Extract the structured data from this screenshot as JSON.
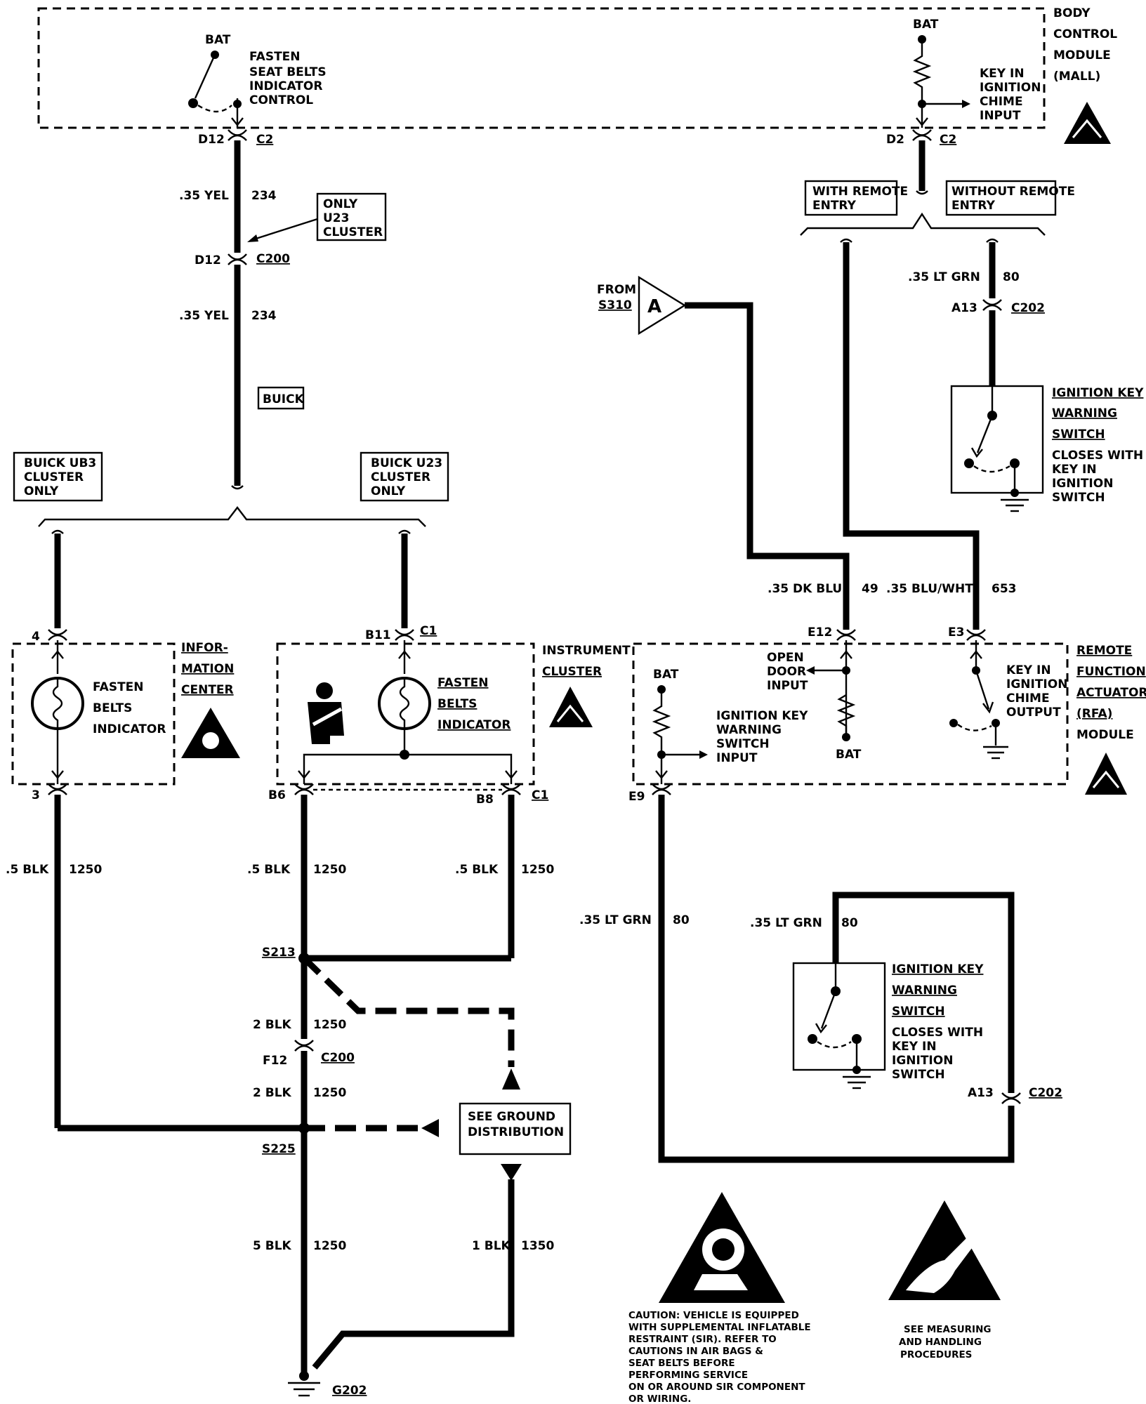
{
  "modules": {
    "bcm": [
      "BODY",
      "CONTROL",
      "MODULE",
      "(MALL)"
    ],
    "info_center": [
      "INFOR-",
      "MATION",
      "CENTER"
    ],
    "instrument_cluster": [
      "INSTRUMENT",
      "CLUSTER"
    ],
    "rfa": [
      "REMOTE",
      "FUNCTION",
      "ACTUATOR",
      "(RFA)",
      "MODULE"
    ]
  },
  "bcm_internal": {
    "bat_left": "BAT",
    "fasten_control": [
      "FASTEN",
      "SEAT BELTS",
      "INDICATOR",
      "CONTROL"
    ],
    "bat_right": "BAT",
    "key_chime": [
      "KEY IN",
      "IGNITION",
      "CHIME",
      "INPUT"
    ]
  },
  "pins": {
    "d12_bcm": "D12",
    "c2_left": "C2",
    "d2": "D2",
    "c2_right": "C2",
    "d12_c200": "D12",
    "c200_top": "C200",
    "a13_top": "A13",
    "c202_top": "C202",
    "pin4": "4",
    "pin3": "3",
    "b11": "B11",
    "c1_top": "C1",
    "b6": "B6",
    "b8": "B8",
    "c1_bottom": "C1",
    "e12": "E12",
    "e3": "E3",
    "e9": "E9",
    "f12": "F12",
    "c200_bottom": "C200",
    "a13_bottom": "A13",
    "c202_bottom": "C202"
  },
  "wires": {
    "yel_1": ".35 YEL",
    "yel_1_num": "234",
    "yel_2": ".35 YEL",
    "yel_2_num": "234",
    "ltgrn_top": ".35 LT GRN",
    "ltgrn_top_num": "80",
    "dkblu": ".35 DK BLU",
    "dkblu_num": "49",
    "bluwht": ".35 BLU/WHT",
    "bluwht_num": "653",
    "blk_left": ".5 BLK",
    "blk_left_num": "1250",
    "blk_mid": ".5 BLK",
    "blk_mid_num": "1250",
    "blk_right": ".5 BLK",
    "blk_right_num": "1250",
    "ltgrn_e9": ".35 LT GRN",
    "ltgrn_e9_num": "80",
    "ltgrn_sw": ".35 LT GRN",
    "ltgrn_sw_num": "80",
    "blk2_a": "2 BLK",
    "blk2_a_num": "1250",
    "blk2_b": "2 BLK",
    "blk2_b_num": "1250",
    "blk5": "5 BLK",
    "blk5_num": "1250",
    "blk1": "1 BLK",
    "blk1_num": "1350"
  },
  "callouts": {
    "only_u23": [
      "ONLY",
      "U23",
      "CLUSTER"
    ],
    "buick": "BUICK",
    "buick_ub3": [
      "BUICK UB3",
      "CLUSTER",
      "ONLY"
    ],
    "buick_u23": [
      "BUICK U23",
      "CLUSTER",
      "ONLY"
    ],
    "with_remote": [
      "WITH REMOTE",
      "ENTRY"
    ],
    "without_remote": [
      "WITHOUT REMOTE",
      "ENTRY"
    ],
    "see_ground": [
      "SEE GROUND",
      "DISTRIBUTION"
    ]
  },
  "components": {
    "fasten_info": [
      "FASTEN",
      "BELTS",
      "INDICATOR"
    ],
    "fasten_cluster": [
      "FASTEN",
      "BELTS",
      "INDICATOR"
    ],
    "ign_switch_top": [
      "IGNITION KEY",
      "WARNING",
      "SWITCH",
      "CLOSES WITH",
      "KEY IN",
      "IGNITION",
      "SWITCH"
    ],
    "ign_switch_bottom": [
      "IGNITION KEY",
      "WARNING",
      "SWITCH",
      "CLOSES WITH",
      "KEY IN",
      "IGNITION",
      "SWITCH"
    ]
  },
  "rfa_internal": {
    "bat_left": "BAT",
    "ign_input": [
      "IGNITION KEY",
      "WARNING",
      "SWITCH",
      "INPUT"
    ],
    "open_door": [
      "OPEN",
      "DOOR",
      "INPUT"
    ],
    "bat_mid": "BAT",
    "chime_output": [
      "KEY IN",
      "IGNITION",
      "CHIME",
      "OUTPUT"
    ]
  },
  "from": [
    "FROM",
    "S310"
  ],
  "connector_letter": "A",
  "splices": {
    "s213": "S213",
    "s225": "S225",
    "g202": "G202"
  },
  "notes": {
    "caution": [
      "CAUTION: VEHICLE IS EQUIPPED",
      "WITH SUPPLEMENTAL INFLATABLE",
      "RESTRAINT (SIR). REFER TO",
      "CAUTIONS IN AIR BAGS &",
      "SEAT BELTS BEFORE",
      "PERFORMING SERVICE",
      "ON OR AROUND SIR COMPONENT",
      "OR WIRING."
    ],
    "measuring": [
      "SEE MEASURING",
      "AND HANDLING",
      "PROCEDURES"
    ]
  }
}
